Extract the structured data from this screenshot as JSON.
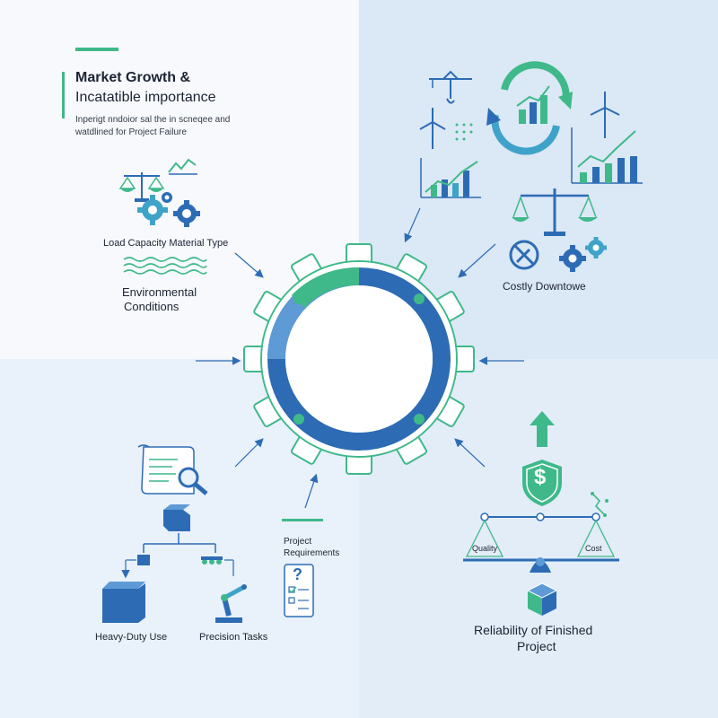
{
  "header": {
    "title_line1": "Market Growth &",
    "title_line2": "Incatatible importance",
    "subtitle_line1": "Inperigt nndoior sal the in scneqee and",
    "subtitle_line2": "watdlined for Project Failure"
  },
  "left_panel": {
    "load_label": "Load Capacity Material Type",
    "env_line1": "Environmental",
    "env_line2": "Conditions"
  },
  "right_panel": {
    "downtime_label": "Costly Downtowe"
  },
  "bottom_left": {
    "heavy_label": "Heavy-Duty Use",
    "precision_label": "Precision Tasks"
  },
  "center_bottom": {
    "req_line1": "Project",
    "req_line2": "Requirements",
    "question_mark": "?"
  },
  "bottom_right": {
    "scale_left_label": "Quality",
    "scale_right_label": "Cost",
    "dollar_symbol": "$",
    "reliability_line1": "Reliability of Finished",
    "reliability_line2": "Project"
  },
  "colors": {
    "teal": "#3fb98a",
    "blue": "#2d6cb5",
    "light_blue": "#5d9ad6",
    "bg_tl": "#f7f9fc",
    "bg_tr": "#dbe8f5",
    "bg_bl": "#e9f1fa",
    "bg_br": "#e2edf8"
  }
}
